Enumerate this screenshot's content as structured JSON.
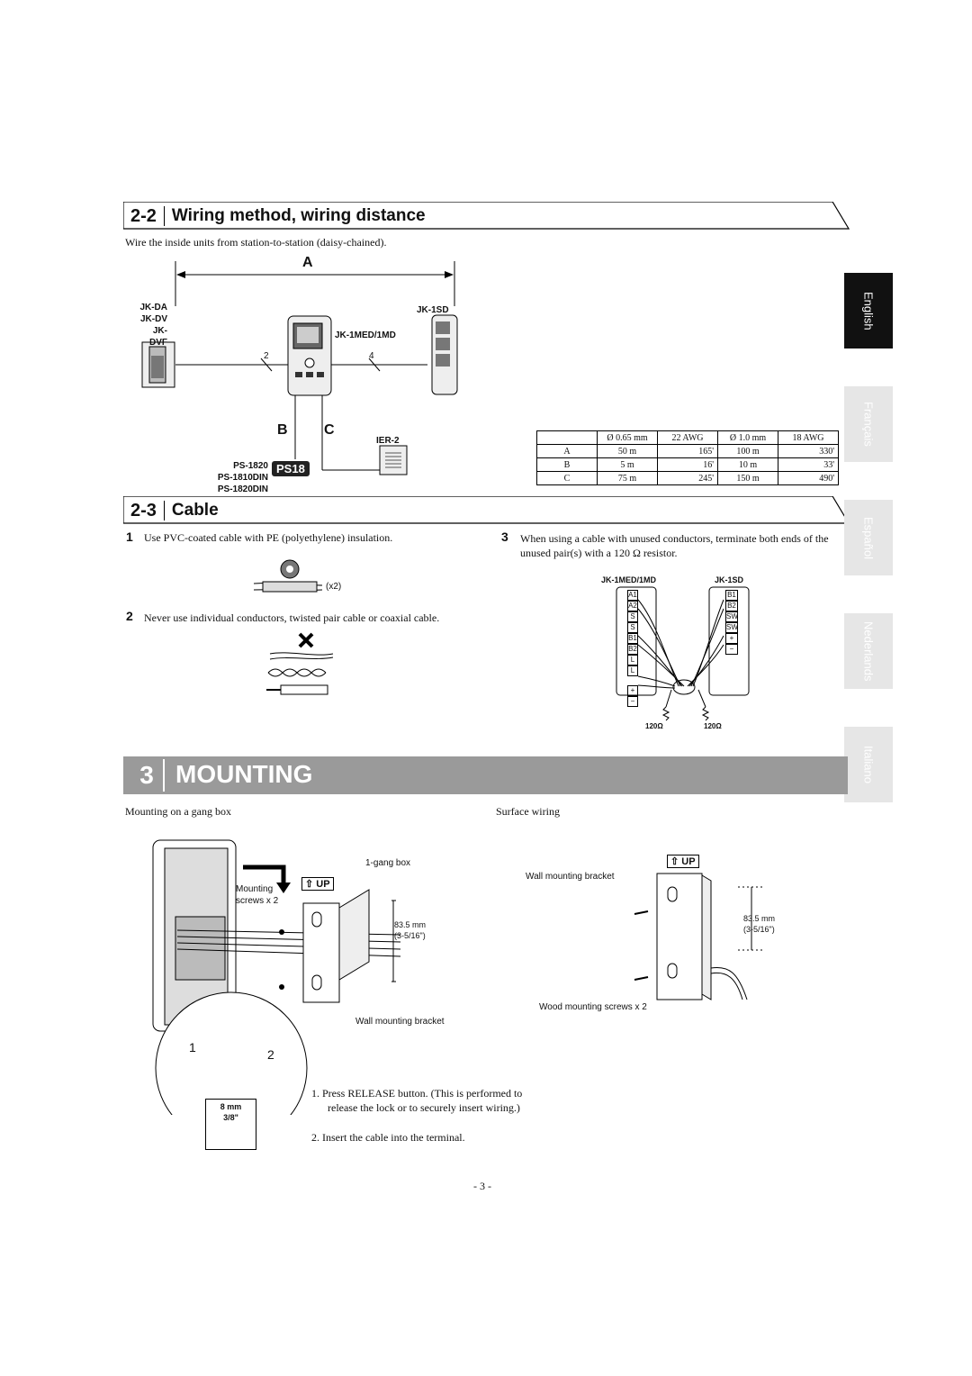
{
  "section_22": {
    "num": "2-2",
    "title": "Wiring method, wiring distance",
    "intro": "Wire the inside units from station-to-station (daisy-chained)."
  },
  "wiring": {
    "label_a": "A",
    "label_b": "B",
    "label_c": "C",
    "door_models": [
      "JK-DA",
      "JK-DV",
      "JK-DVF"
    ],
    "master": "JK-1MED/1MD",
    "sub": "JK-1SD",
    "wire_2": "2",
    "wire_4": "4",
    "ier": "IER-2",
    "power_models": [
      "PS-1820",
      "PS-1810DIN",
      "PS-1820DIN"
    ],
    "ps18": "PS18"
  },
  "distance_table": {
    "header": [
      "",
      "Ø 0.65 mm",
      "22 AWG",
      "Ø 1.0 mm",
      "18 AWG"
    ],
    "rows": [
      [
        "A",
        "50 m",
        "165'",
        "100 m",
        "330'"
      ],
      [
        "B",
        "5 m",
        "16'",
        "10 m",
        "33'"
      ],
      [
        "C",
        "75 m",
        "245'",
        "150 m",
        "490'"
      ]
    ]
  },
  "section_23": {
    "num": "2-3",
    "title": "Cable",
    "items": [
      {
        "n": "1",
        "text": "Use PVC-coated cable with PE (polyethylene) insulation."
      },
      {
        "n": "2",
        "text": "Never use individual conductors, twisted pair cable or coaxial cable."
      },
      {
        "n": "3",
        "text": "When using a cable with unused conductors, terminate both ends of the unused pair(s) with a 120 Ω resistor."
      }
    ],
    "x2": "(x2)",
    "term_left_title": "JK-1MED/1MD",
    "term_right_title": "JK-1SD",
    "term_left": [
      "A1",
      "A2",
      "S",
      "S",
      "B1",
      "B2",
      "L",
      "L",
      "+",
      "−"
    ],
    "term_right": [
      "B1",
      "B2",
      "SW",
      "SW",
      "+",
      "−"
    ],
    "res1": "120Ω",
    "res2": "120Ω"
  },
  "languages": [
    "English",
    "Français",
    "Español",
    "Nederlands",
    "Italiano"
  ],
  "mounting": {
    "num": "3",
    "title": "MOUNTING",
    "gang_title": "Mounting on a gang box",
    "surface_title": "Surface wiring",
    "gang_box": "1-gang box",
    "mount_screws_1": "Mounting",
    "mount_screws_2": "screws x 2",
    "up": "UP",
    "dim1": "83.5 mm",
    "dim2": "(3-5/16\")",
    "wall_bracket": "Wall mounting bracket",
    "wood_screws": "Wood mounting screws x 2",
    "step1": "1",
    "step2": "2",
    "strip1": "8 mm",
    "strip2": "3/8\"",
    "note1a": "1.  Press RELEASE button. (This is performed to",
    "note1b": "release the lock or to securely insert wiring.)",
    "note2": "2.  Insert the cable into the terminal."
  },
  "page_number": "- 3 -",
  "colors": {
    "gray_bar": "#9a9a9a",
    "active_tab": "#111111",
    "inactive_tab": "#e6e6e6"
  }
}
